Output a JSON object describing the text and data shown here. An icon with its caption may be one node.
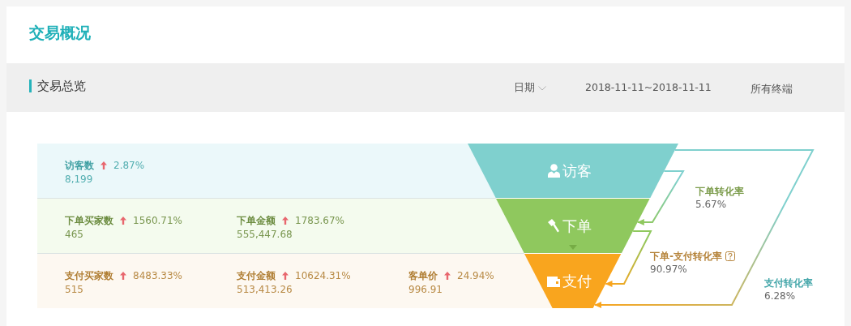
{
  "diagram": {
    "title": "交易概况",
    "nodes": [
      {
        "text": [
          "访客数",
          "2.87%",
          "8,199"
        ]
      },
      {
        "text": [
          "访客"
        ]
      },
      {
        "text": [
          "下单买家数",
          "1560.71%",
          "465",
          "下单金额",
          "1783.67%",
          "555,447.68"
        ]
      },
      {
        "text": [
          "下单"
        ]
      },
      {
        "text": [
          "支付买家数",
          "8483.33%",
          "515",
          "支付金额",
          "10624.31%",
          "513,413.26",
          "客单价",
          "24.94%",
          "996.91"
        ]
      },
      {
        "text": [
          "支付"
        ]
      }
    ],
    "edges": [
      {
        "from": 1,
        "to": 3,
        "arrow": "to",
        "label": "**下单转化率** 5.67%"
      },
      {
        "from": 3,
        "to": 5,
        "arrow": "to",
        "label": "**下单-支付转化率** 90.97%"
      },
      {
        "from": 1,
        "to": 5,
        "arrow": "to",
        "label": "**支付转化率** 6.28%"
      }
    ],
    "labels": [
      "交易总览",
      "日期",
      "2018-11-11~2018-11-11",
      "所有终端"
    ]
  }
}
